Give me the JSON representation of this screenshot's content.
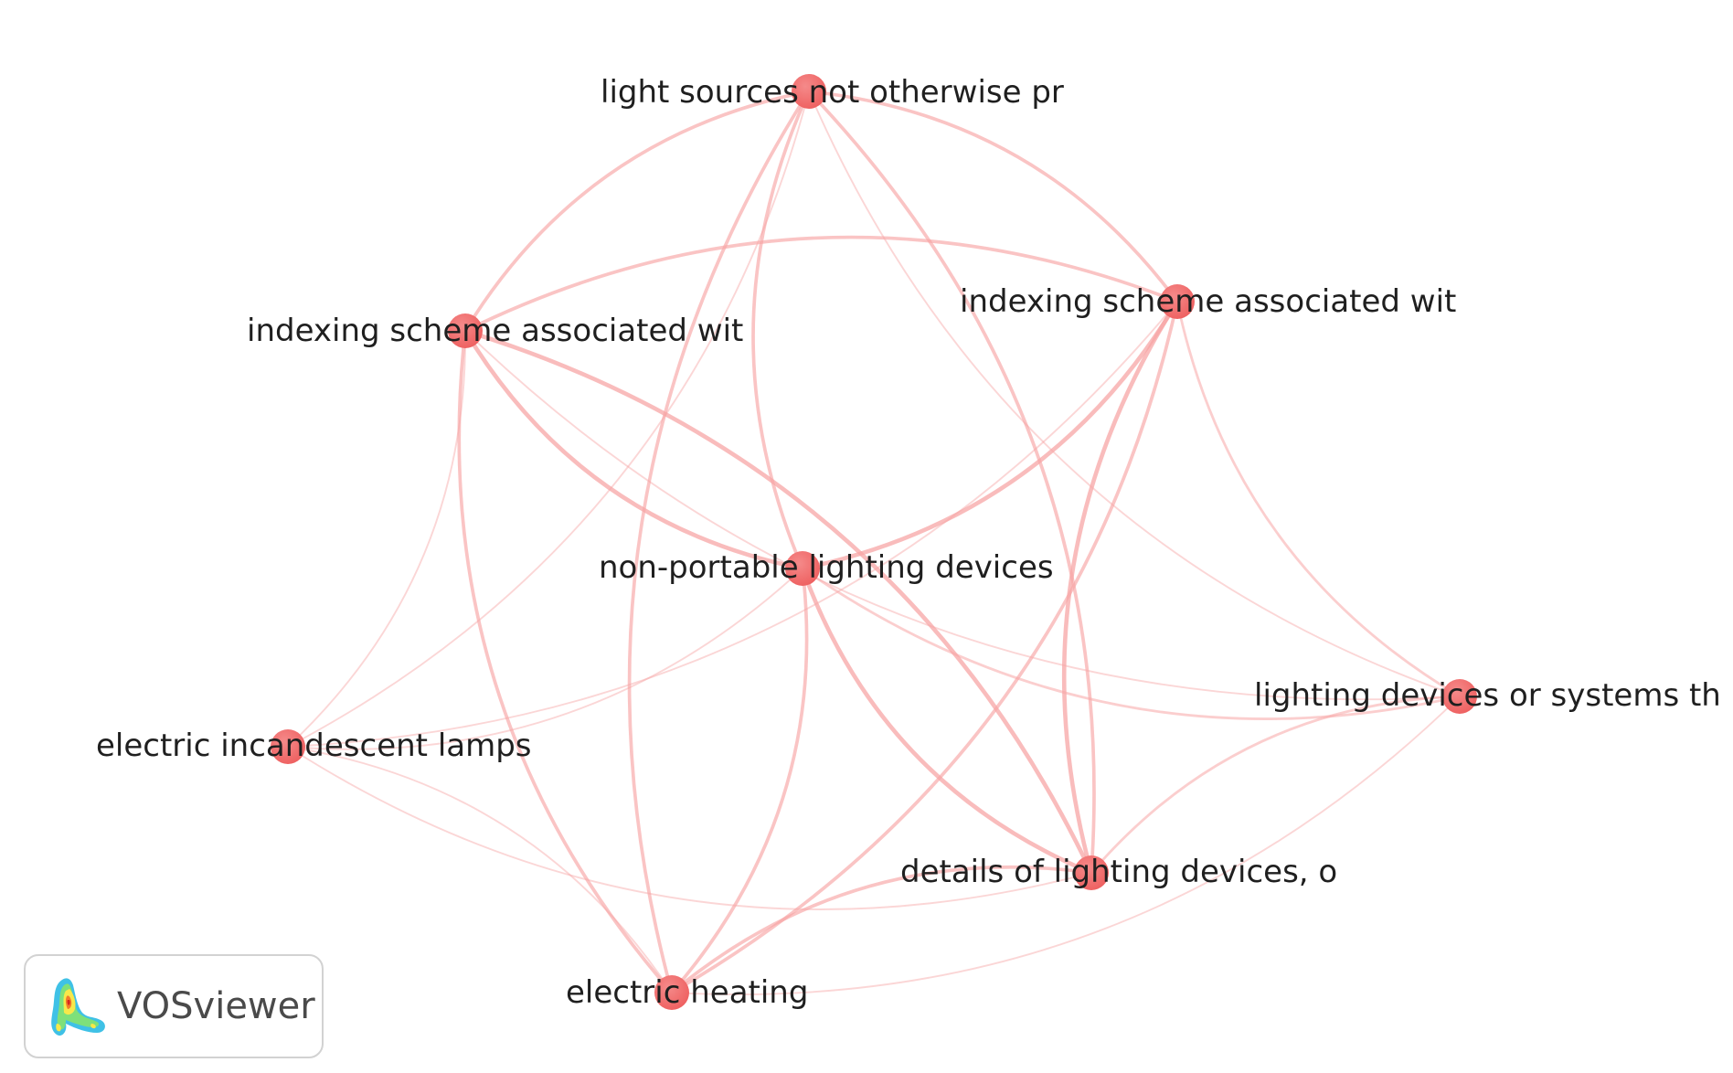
{
  "network": {
    "nodes": [
      {
        "id": "light-sources",
        "label": "light sources not otherwise pr"
      },
      {
        "id": "indexing-left",
        "label": "indexing scheme associated wit"
      },
      {
        "id": "indexing-right",
        "label": "indexing scheme associated wit"
      },
      {
        "id": "non-portable",
        "label": "non-portable lighting devices"
      },
      {
        "id": "lighting-systems",
        "label": "lighting devices or systems th"
      },
      {
        "id": "incandescent",
        "label": "electric incandescent lamps"
      },
      {
        "id": "details",
        "label": "details of lighting devices, o"
      },
      {
        "id": "heating",
        "label": "electric heating"
      }
    ],
    "links": [
      {
        "source": "light-sources",
        "target": "indexing-left",
        "strength": 3
      },
      {
        "source": "light-sources",
        "target": "indexing-right",
        "strength": 3
      },
      {
        "source": "light-sources",
        "target": "non-portable",
        "strength": 3
      },
      {
        "source": "light-sources",
        "target": "details",
        "strength": 3
      },
      {
        "source": "light-sources",
        "target": "heating",
        "strength": 3
      },
      {
        "source": "light-sources",
        "target": "incandescent",
        "strength": 1
      },
      {
        "source": "light-sources",
        "target": "lighting-systems",
        "strength": 1
      },
      {
        "source": "indexing-left",
        "target": "indexing-right",
        "strength": 3
      },
      {
        "source": "indexing-left",
        "target": "non-portable",
        "strength": 4
      },
      {
        "source": "indexing-left",
        "target": "details",
        "strength": 4
      },
      {
        "source": "indexing-left",
        "target": "heating",
        "strength": 3
      },
      {
        "source": "indexing-left",
        "target": "incandescent",
        "strength": 1
      },
      {
        "source": "indexing-left",
        "target": "lighting-systems",
        "strength": 1
      },
      {
        "source": "indexing-right",
        "target": "non-portable",
        "strength": 4
      },
      {
        "source": "indexing-right",
        "target": "details",
        "strength": 4
      },
      {
        "source": "indexing-right",
        "target": "heating",
        "strength": 3
      },
      {
        "source": "indexing-right",
        "target": "lighting-systems",
        "strength": 2
      },
      {
        "source": "indexing-right",
        "target": "incandescent",
        "strength": 1
      },
      {
        "source": "non-portable",
        "target": "details",
        "strength": 4
      },
      {
        "source": "non-portable",
        "target": "heating",
        "strength": 3
      },
      {
        "source": "non-portable",
        "target": "lighting-systems",
        "strength": 2
      },
      {
        "source": "non-portable",
        "target": "incandescent",
        "strength": 1
      },
      {
        "source": "lighting-systems",
        "target": "details",
        "strength": 2
      },
      {
        "source": "lighting-systems",
        "target": "heating",
        "strength": 1
      },
      {
        "source": "incandescent",
        "target": "details",
        "strength": 1
      },
      {
        "source": "incandescent",
        "target": "heating",
        "strength": 1
      },
      {
        "source": "details",
        "target": "heating",
        "strength": 3
      }
    ],
    "colors": {
      "node": "#f26b6b",
      "link": "#f7a5a5"
    }
  },
  "branding": {
    "logo_text": "VOSviewer",
    "logo_icon": "vosviewer-density-icon"
  }
}
